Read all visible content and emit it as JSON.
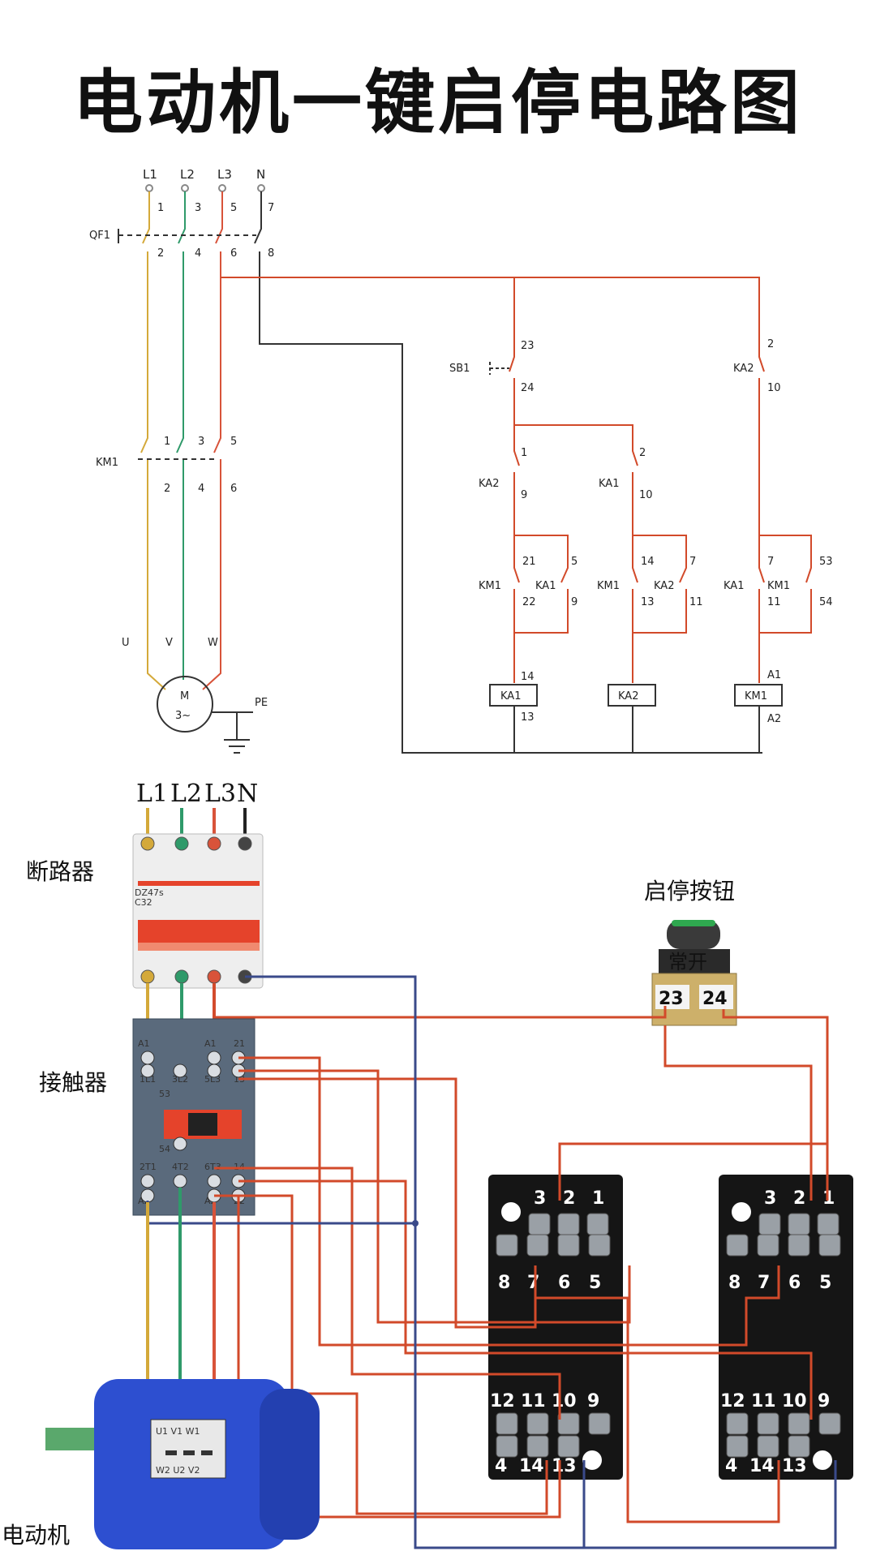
{
  "title": "电动机一键启停电路图",
  "schematic": {
    "phases": [
      "L1",
      "L2",
      "L3",
      "N"
    ],
    "qf1": {
      "label": "QF1",
      "top": [
        "1",
        "3",
        "5",
        "7"
      ],
      "bottom": [
        "2",
        "4",
        "6",
        "8"
      ]
    },
    "km1_main": {
      "label": "KM1",
      "top": [
        "1",
        "3",
        "5"
      ],
      "bottom": [
        "2",
        "4",
        "6"
      ]
    },
    "motor": {
      "terminals": [
        "U",
        "V",
        "W"
      ],
      "symbol": "M",
      "type": "3~",
      "pe": "PE"
    },
    "sb1": {
      "label": "SB1",
      "top": "23",
      "bottom": "24"
    },
    "ka2_top": {
      "label": "KA2",
      "top": "2",
      "bottom": "10"
    },
    "col1": {
      "nc_label": "KA2",
      "nc_top": "1",
      "nc_bot": "9",
      "km_label": "KM1",
      "km_top": "21",
      "km_bot": "22",
      "par_label": "KA1",
      "par_top": "5",
      "par_bot": "9",
      "coil": "KA1",
      "coil_top": "14",
      "coil_bot": "13"
    },
    "col2": {
      "nc_label": "KA1",
      "nc_top": "2",
      "nc_bot": "10",
      "km_label": "KM1",
      "km_top": "14",
      "km_bot": "13",
      "par_label": "KA2",
      "par_top": "7",
      "par_bot": "11",
      "coil": "KA2"
    },
    "col3": {
      "ka_label": "KA1",
      "ka_top": "7",
      "ka_bot": "11",
      "km_label": "KM1",
      "km_top": "53",
      "km_bot": "54",
      "coil": "KM1",
      "coil_top": "A1",
      "coil_bot": "A2"
    }
  },
  "wiring": {
    "phases": [
      "L1",
      "L2",
      "L3",
      "N"
    ],
    "breaker_label": "断路器",
    "breaker_model": "DZ47s",
    "breaker_rating": "C32",
    "contactor_label": "接触器",
    "contactor_top_row1": [
      "A1",
      "A1",
      "21"
    ],
    "contactor_top_row2": [
      "1L1",
      "3L2",
      "5L3",
      "13"
    ],
    "contactor_mid_top": "53",
    "contactor_mid_bot": "54",
    "contactor_bot_row1": [
      "2T1",
      "4T2",
      "6T3",
      "14"
    ],
    "contactor_bot_row2": [
      "A2",
      "A2",
      "22"
    ],
    "button_label": "启停按钮",
    "button_mode": "常开",
    "button_terms": [
      "23",
      "24"
    ],
    "relay_top": [
      "3",
      "2",
      "1"
    ],
    "relay_row2": [
      "8",
      "7",
      "6",
      "5"
    ],
    "relay_row3": [
      "12",
      "11",
      "10",
      "9"
    ],
    "relay_bottom": [
      "4",
      "14",
      "13"
    ],
    "motor_label": "电动机",
    "motor_top_terms": "U1 V1 W1",
    "motor_bot_terms": "W2 U2 V2"
  },
  "colors": {
    "l1": "#d4a93a",
    "l2": "#2f9a6a",
    "l3": "#d8533a",
    "n": "#3a4a8a",
    "ctrl": "#d24a2a",
    "schem_black": "#333333",
    "breaker_red": "#e5432b",
    "relay_black": "#151515",
    "motor_blue": "#2d4fd0"
  }
}
